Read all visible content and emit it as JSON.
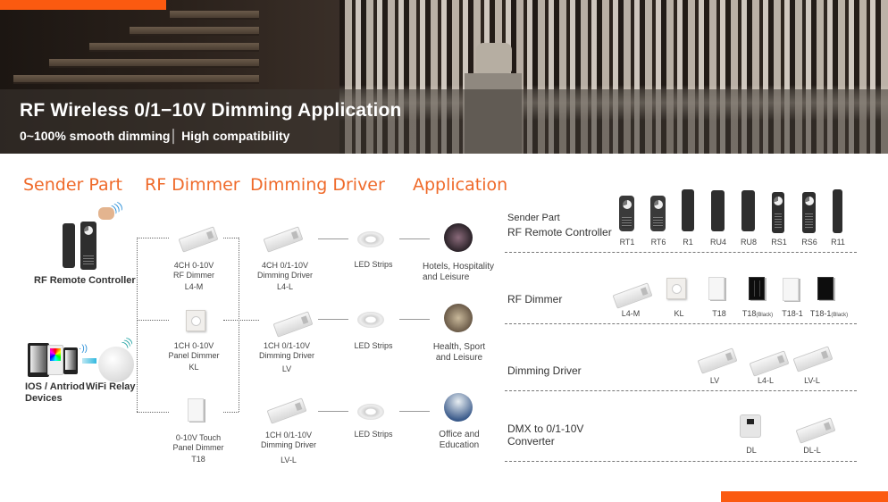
{
  "hero": {
    "title": "RF Wireless 0/1−10V Dimming  Application",
    "subtitle": "0~100% smooth dimming│ High compatibility"
  },
  "accent_color": "#fb5a10",
  "heading_color": "#ef6a2a",
  "columns": [
    {
      "label": "Sender Part"
    },
    {
      "label": "RF Dimmer"
    },
    {
      "label": "Dimming Driver"
    },
    {
      "label": "Application"
    }
  ],
  "sender": {
    "remote_label": "RF Remote Controller",
    "devices_label_1": "IOS / Antriod",
    "devices_label_2": "Devices",
    "relay_label": "WiFi Relay"
  },
  "dimmers": [
    {
      "line1": "4CH 0-10V",
      "line2": "RF Dimmer",
      "model": "L4-M"
    },
    {
      "line1": "1CH 0-10V",
      "line2": "Panel Dimmer",
      "model": "KL"
    },
    {
      "line1": "0-10V Touch",
      "line2": "Panel Dimmer",
      "model": "T18"
    }
  ],
  "drivers": [
    {
      "line1": "4CH 0/1-10V",
      "line2": "Dimming Driver",
      "model": "L4-L"
    },
    {
      "line1": "1CH 0/1-10V",
      "line2": "Dimming Driver",
      "model": "LV"
    },
    {
      "line1": "1CH 0/1-10V",
      "line2": "Dimming Driver",
      "model": "LV-L"
    }
  ],
  "strips": [
    {
      "label": "LED Strips"
    },
    {
      "label": "LED Strips"
    },
    {
      "label": "LED Strips"
    }
  ],
  "applications": [
    {
      "line1": "Hotels, Hospitality",
      "line2": "and Leisure"
    },
    {
      "line1": "Health, Sport",
      "line2": "and Leisure"
    },
    {
      "line1": "Office and",
      "line2": "Education"
    }
  ],
  "catalog": {
    "remotes": {
      "title1": "Sender Part",
      "title2": "RF Remote Controller",
      "items": [
        "RT1",
        "RT6",
        "R1",
        "RU4",
        "RU8",
        "RS1",
        "RS6",
        "R11"
      ]
    },
    "rf_dimmer": {
      "title": "RF Dimmer",
      "items": [
        "L4-M",
        "KL",
        "T18",
        "T18",
        "T18-1",
        "T18-1"
      ],
      "black_suffix": "(Black)"
    },
    "dimming_driver": {
      "title": "Dimming Driver",
      "items": [
        "LV",
        "L4-L",
        "LV-L"
      ]
    },
    "converter": {
      "title1": "DMX to 0/1-10V",
      "title2": "Converter",
      "items": [
        "DL",
        "DL-L"
      ]
    }
  }
}
